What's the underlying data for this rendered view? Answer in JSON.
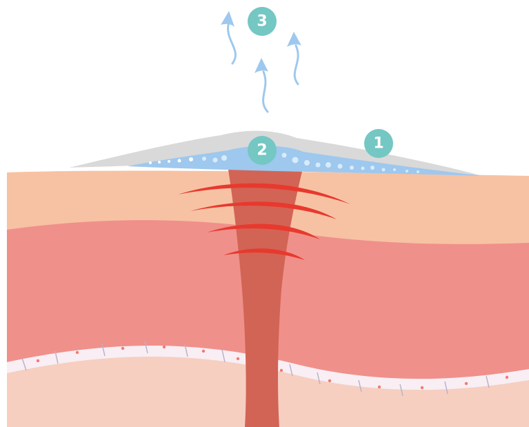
{
  "colors": {
    "background": "#ffffff",
    "covering_gray": "#d9d9d9",
    "fluid_blue": "#9ec8ee",
    "bubble_white": "#ffffff",
    "bubble_light": "#d8ebfb",
    "upper_layer": "#f7c2a3",
    "middle_layer": "#f0908a",
    "lower_layer": "#f6cfc1",
    "cell_band": "#f8eef4",
    "cell_line": "#b7b3c9",
    "cell_dot": "#f07b6f",
    "wound": "#d26455",
    "heat_arcs": "#e8392e",
    "arrows": "#9ec8ee",
    "marker_fill": "#74c7c3",
    "marker_text": "#ffffff"
  },
  "markers": [
    {
      "id": "marker-1",
      "label": "1"
    },
    {
      "id": "marker-2",
      "label": "2"
    },
    {
      "id": "marker-3",
      "label": "3"
    }
  ],
  "icons": {
    "steam_arrow": "upward-wavy-arrow-icon",
    "heat_arc": "heat-wave-arc-icon"
  }
}
